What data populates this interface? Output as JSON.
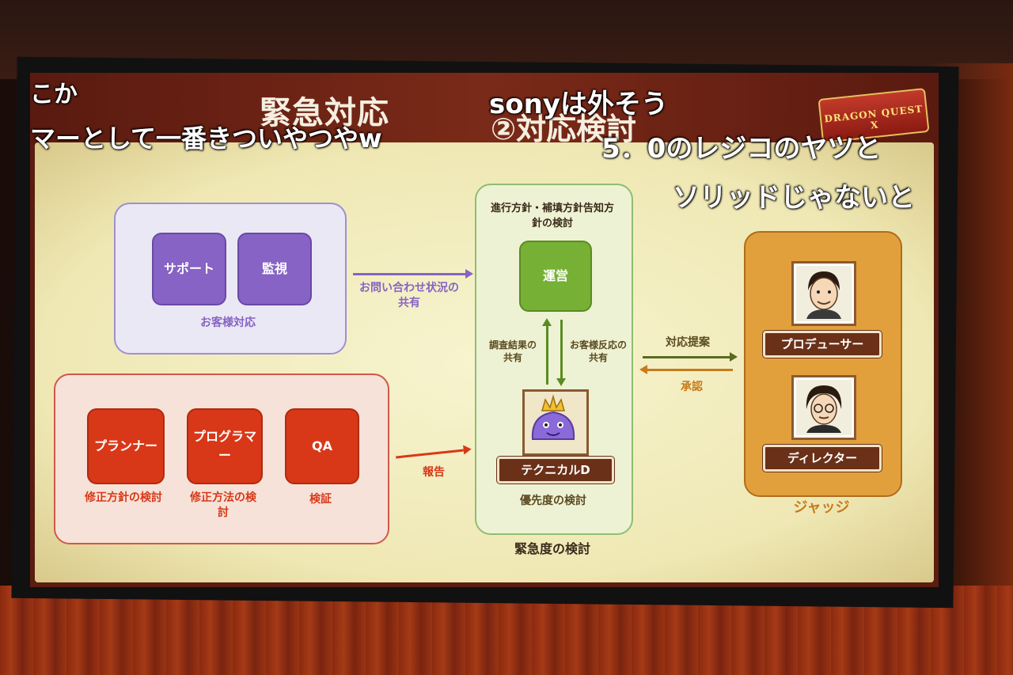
{
  "title": {
    "main": "緊急対応",
    "sub": "②対応検討"
  },
  "logo_text": "DRAGON QUEST X",
  "comments": [
    "こか",
    "sonyは外そう",
    "マーとして一番きついやつやw",
    "5．0のレジコのヤツと",
    "ソリッドじゃないと"
  ],
  "customer_group": {
    "tiles": [
      "サポート",
      "監視"
    ],
    "label": "お客様対応"
  },
  "dev_group": {
    "tiles": [
      "プランナー",
      "プログラマー",
      "QA"
    ],
    "captions": [
      "修正方針の検討",
      "修正方法の検討",
      "検証"
    ]
  },
  "arrows": {
    "inquiry": "お問い合わせ状況の共有",
    "report": "報告",
    "investigation": "調査結果の共有",
    "customer_reaction": "お客様反応の共有",
    "proposal": "対応提案",
    "approval": "承認"
  },
  "ops_group": {
    "header": "進行方針・補填方針告知方針の検討",
    "tile": "運営",
    "technical": "テクニカルD",
    "priority": "優先度の検討",
    "urgency": "緊急度の検討"
  },
  "judge_group": {
    "producer": "プロデューサー",
    "director": "ディレクター",
    "label": "ジャッジ"
  },
  "colors": {
    "purple": "#8663c4",
    "red": "#d83818",
    "green": "#76b034",
    "orange": "#e2a03c"
  }
}
